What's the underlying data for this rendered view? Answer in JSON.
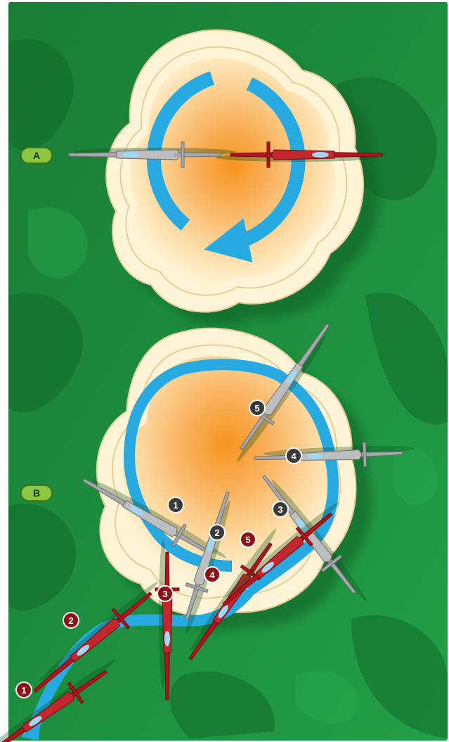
{
  "labels": {
    "a": "A",
    "b": "B"
  },
  "scenario_b": {
    "grey": [
      "1",
      "2",
      "3",
      "4",
      "5"
    ],
    "red": [
      "1",
      "2",
      "3",
      "4",
      "5"
    ]
  },
  "colors": {
    "terrain": "#1c8a3c",
    "thermal_core": "#f7941d",
    "thermal_edge": "#fff2cf",
    "circling_arrow": "#27aae1",
    "glider_grey": "#a7a9ac",
    "glider_red": "#b5121b",
    "label_tag": "#8dc63f",
    "marker_grey": "#3a3a3a",
    "marker_red": "#8b1218"
  }
}
